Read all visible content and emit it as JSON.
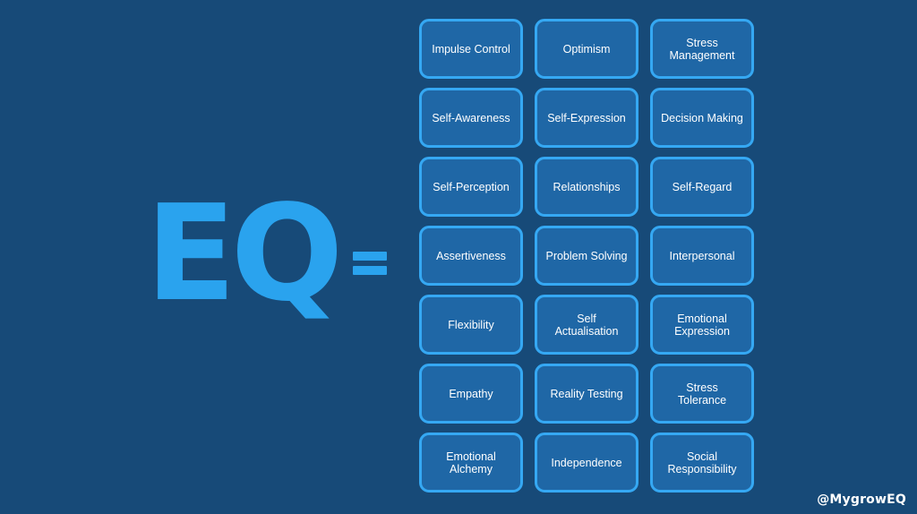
{
  "formula": {
    "lhs": "EQ",
    "operator": "="
  },
  "components": [
    "Impulse Control",
    "Optimism",
    "Stress\nManagement",
    "Self-Awareness",
    "Self-Expression",
    "Decision Making",
    "Self-Perception",
    "Relationships",
    "Self-Regard",
    "Assertiveness",
    "Problem Solving",
    "Interpersonal",
    "Flexibility",
    "Self\nActualisation",
    "Emotional\nExpression",
    "Empathy",
    "Reality Testing",
    "Stress\nTolerance",
    "Emotional\nAlchemy",
    "Independence",
    "Social\nResponsibility"
  ],
  "footer": {
    "handle": "@MygrowEQ"
  },
  "colors": {
    "background": "#174a78",
    "accent": "#2aa3ee",
    "cell_fill": "#1f67a6",
    "cell_border": "#35a8f3",
    "text": "#ffffff"
  }
}
